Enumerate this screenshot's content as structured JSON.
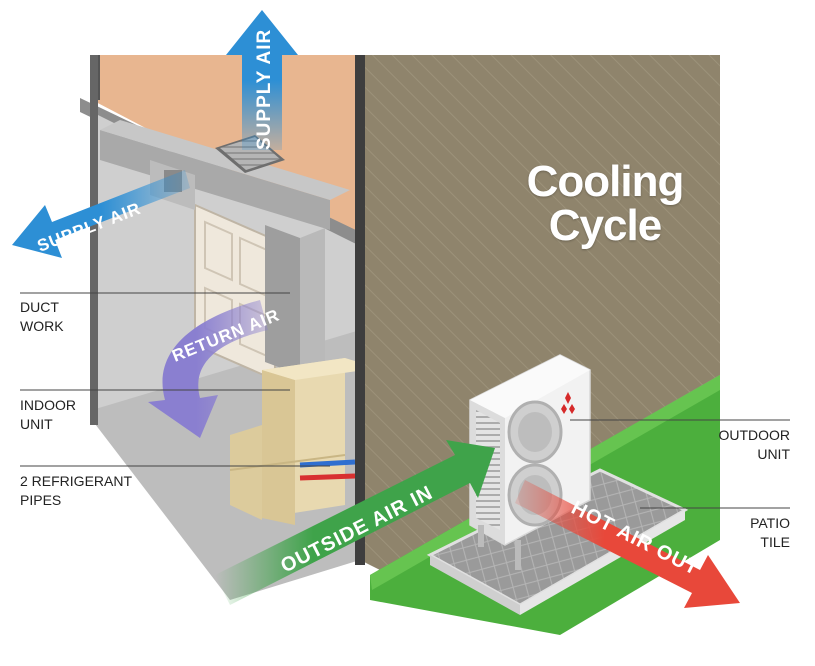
{
  "diagram": {
    "title": "Cooling\nCycle",
    "arrows": {
      "supply_air_up": "SUPPLY AIR",
      "supply_air_left": "SUPPLY AIR",
      "return_air": "RETURN AIR",
      "outside_air_in": "OUTSIDE AIR IN",
      "hot_air_out": "HOT AIR OUT"
    },
    "callouts": {
      "duct_work": "DUCT\nWORK",
      "indoor_unit": "INDOOR\nUNIT",
      "refrigerant_pipes": "2 REFRIGERANT\nPIPES",
      "outdoor_unit": "OUTDOOR\nUNIT",
      "patio_tile": "PATIO\nTILE"
    },
    "colors": {
      "supply_air": "#2d8fd5",
      "return_air": "#8a7fd0",
      "outside_air": "#3fa34a",
      "hot_air": "#e8483a",
      "exterior_wall": "#8f846c",
      "grass": "#4caf3d",
      "indoor_unit": "#e8d9b0",
      "outdoor_unit": "#eeeeee"
    },
    "icons": {
      "logo": "three-diamond-logo-icon"
    }
  }
}
